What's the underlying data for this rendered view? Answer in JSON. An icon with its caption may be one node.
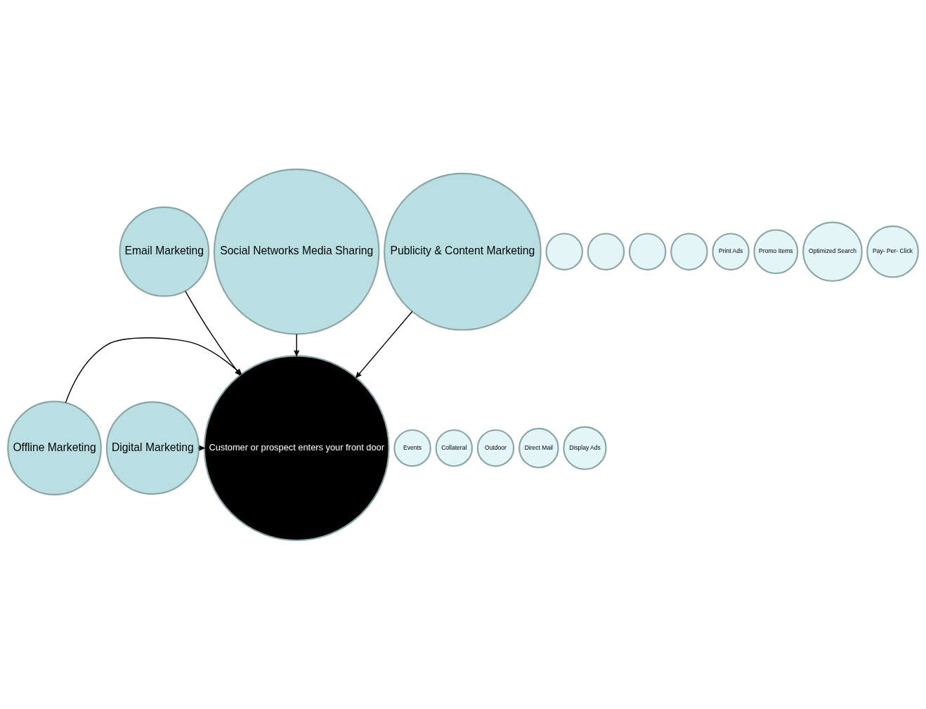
{
  "diagram": {
    "nodes": [
      {
        "text": [
          "Email Marketing"
        ]
      },
      {
        "text": [
          "Social Networks Media Sharing"
        ]
      },
      {
        "text": [],
        "shape": "circle"
      },
      {
        "text": [],
        "shape": "circle"
      },
      {
        "text": [],
        "shape": "circle"
      },
      {
        "text": [],
        "shape": "circle"
      },
      {
        "text": [
          "Customer or prospect enters your front door"
        ]
      },
      {
        "text": [
          "Offline Marketing"
        ]
      },
      {
        "text": [
          "Events"
        ]
      },
      {
        "text": [
          "Collateral"
        ]
      },
      {
        "text": [
          "Outdoor"
        ]
      },
      {
        "text": [
          "Direct Mail"
        ]
      },
      {
        "text": [
          "Print Ads"
        ]
      },
      {
        "text": [
          "Promo Items"
        ]
      },
      {
        "text": [
          "Digital Marketing"
        ]
      },
      {
        "text": [
          "Display Ads"
        ]
      },
      {
        "text": [
          "Optimized Search"
        ]
      },
      {
        "text": [
          "Pay- Per- Click"
        ]
      },
      {
        "text": [
          "Publicity & Content Marketing"
        ]
      }
    ],
    "edges": [
      {
        "from": 0,
        "to": 6,
        "arrow": "to"
      },
      {
        "from": 1,
        "to": 6,
        "arrow": "to"
      },
      {
        "from": 7,
        "to": 6,
        "arrow": "to"
      },
      {
        "from": 14,
        "to": 6,
        "arrow": "to"
      },
      {
        "from": 18,
        "to": 6,
        "arrow": "to"
      }
    ]
  }
}
